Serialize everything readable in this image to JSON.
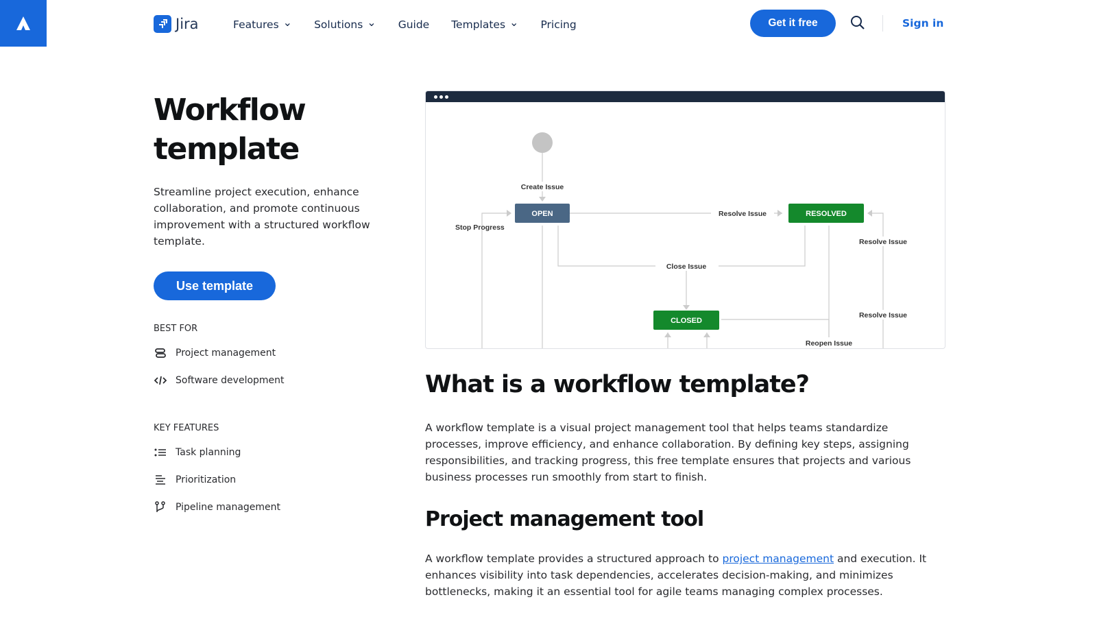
{
  "header": {
    "brand": "Jira",
    "nav": [
      {
        "label": "Features",
        "dropdown": true
      },
      {
        "label": "Solutions",
        "dropdown": true
      },
      {
        "label": "Guide",
        "dropdown": false
      },
      {
        "label": "Templates",
        "dropdown": true
      },
      {
        "label": "Pricing",
        "dropdown": false
      }
    ],
    "cta": "Get it free",
    "sign_in": "Sign in"
  },
  "colors": {
    "accent": "#1868db",
    "open": "#4a6785",
    "done": "#14892c",
    "diagram_bar": "#1d2b3f"
  },
  "sidebar": {
    "title": "Workflow template",
    "description": "Streamline project execution, enhance collaboration, and promote continuous improvement with a structured workflow template.",
    "button": "Use template",
    "best_for_label": "BEST FOR",
    "best_for": [
      {
        "icon": "project-icon",
        "label": "Project management"
      },
      {
        "icon": "code-icon",
        "label": "Software development"
      }
    ],
    "features_label": "KEY FEATURES",
    "features": [
      {
        "icon": "list-icon",
        "label": "Task planning"
      },
      {
        "icon": "priority-icon",
        "label": "Prioritization"
      },
      {
        "icon": "pipeline-icon",
        "label": "Pipeline management"
      }
    ]
  },
  "diagram": {
    "states": {
      "open": "OPEN",
      "resolved": "RESOLVED",
      "closed": "CLOSED"
    },
    "transitions": {
      "create": "Create Issue",
      "resolve": "Resolve Issue",
      "stop": "Stop Progress",
      "close": "Close Issue",
      "resolve2": "Resolve Issue",
      "resolve3": "Resolve Issue",
      "reopen": "Reopen Issue"
    }
  },
  "main": {
    "h1": "What is a workflow template?",
    "p1": "A workflow template is a visual project management tool that helps teams standardize processes, improve efficiency, and enhance collaboration. By defining key steps, assigning responsibilities, and tracking progress, this free template ensures that projects and various business processes run smoothly from start to finish.",
    "h2": "Project management tool",
    "p2_before": "A workflow template provides a structured approach to ",
    "p2_link": "project management",
    "p2_after": " and execution. It enhances visibility into task dependencies, accelerates decision-making, and minimizes bottlenecks, making it an essential tool for agile teams managing complex processes."
  }
}
